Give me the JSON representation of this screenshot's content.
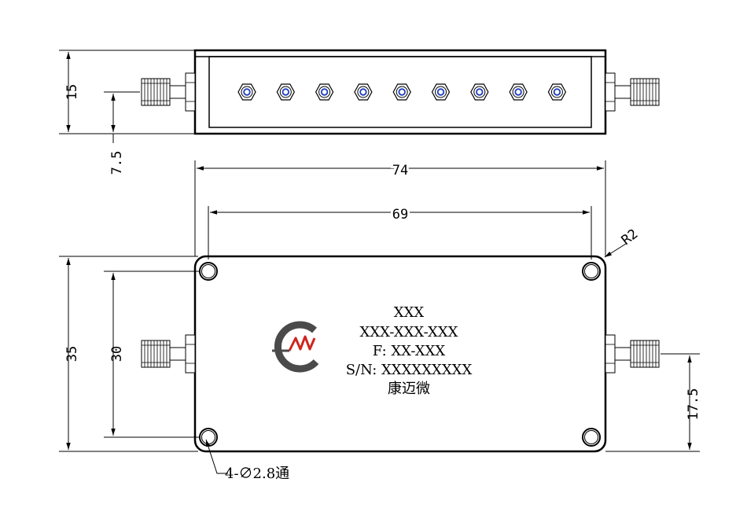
{
  "dimensions": {
    "top_height": "15",
    "top_center": "7.5",
    "overall_length": "74",
    "hole_spacing_x": "69",
    "corner_radius": "R2",
    "body_height": "35",
    "hole_spacing_y": "30",
    "connector_height": "17.5",
    "holes": "4-∅2.8通"
  },
  "label": {
    "line1": "XXX",
    "line2": "XXX-XXX-XXX",
    "line3": "F: XX-XXX",
    "line4": "S/N: XXXXXXXXX",
    "line5": "康迈微"
  },
  "colors": {
    "line": "#000000",
    "logo_gray": "#4a4a4a",
    "logo_red": "#d0251d",
    "screw_blue": "#1f3fbf"
  },
  "icons": [
    "sma-connector-icon",
    "company-logo-icon",
    "tuning-screw-icon",
    "mounting-hole-icon"
  ]
}
